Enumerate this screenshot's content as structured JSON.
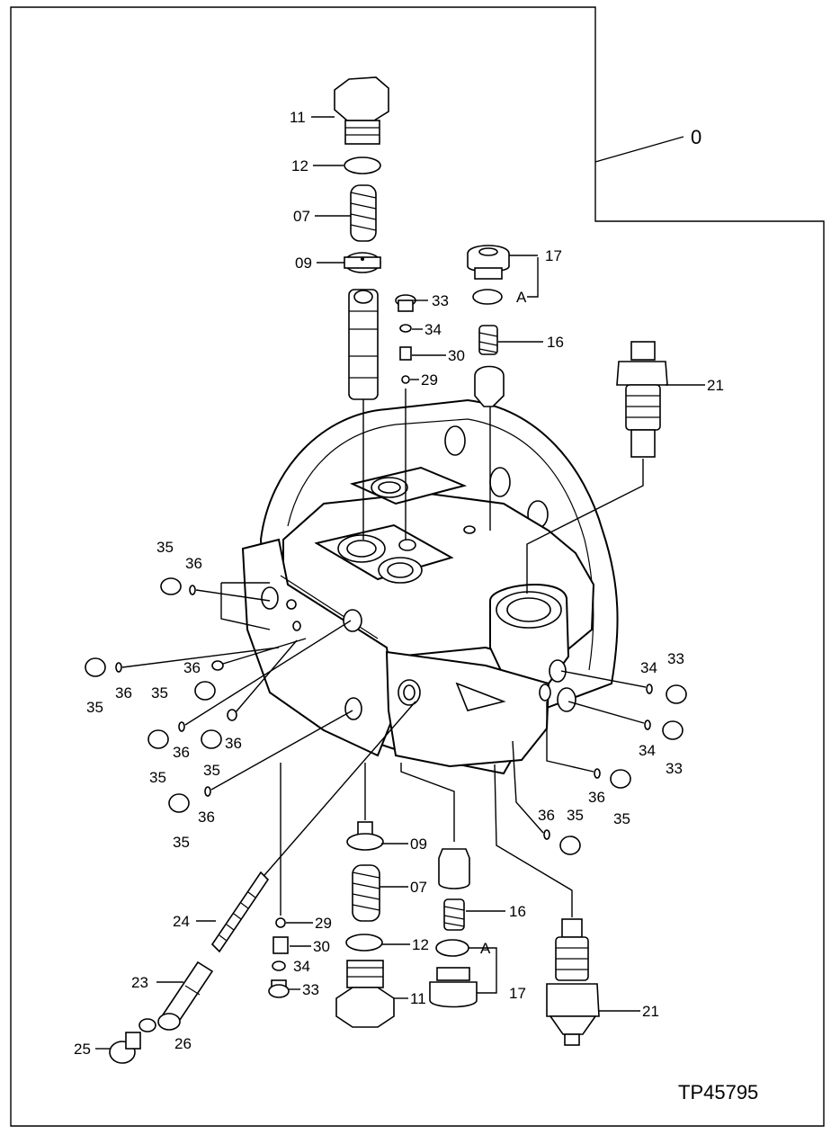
{
  "figure_id": "TP45795",
  "assembly_label": "0",
  "group_label": "A",
  "callouts": [
    {
      "id": "c11a",
      "text": "11"
    },
    {
      "id": "c12a",
      "text": "12"
    },
    {
      "id": "c07a",
      "text": "07"
    },
    {
      "id": "c09a",
      "text": "09"
    },
    {
      "id": "c17a",
      "text": "17"
    },
    {
      "id": "cAa",
      "text": "A"
    },
    {
      "id": "c33a",
      "text": "33"
    },
    {
      "id": "c34a",
      "text": "34"
    },
    {
      "id": "c16a",
      "text": "16"
    },
    {
      "id": "c30a",
      "text": "30"
    },
    {
      "id": "c29a",
      "text": "29"
    },
    {
      "id": "c21a",
      "text": "21"
    },
    {
      "id": "c35a",
      "text": "35"
    },
    {
      "id": "c36a",
      "text": "36"
    },
    {
      "id": "c36b",
      "text": "36"
    },
    {
      "id": "c35b",
      "text": "35"
    },
    {
      "id": "c36c",
      "text": "36"
    },
    {
      "id": "c35c",
      "text": "35"
    },
    {
      "id": "c35d",
      "text": "35"
    },
    {
      "id": "c36d",
      "text": "36"
    },
    {
      "id": "c36e",
      "text": "36"
    },
    {
      "id": "c35e",
      "text": "35"
    },
    {
      "id": "c35f",
      "text": "35"
    },
    {
      "id": "c36f",
      "text": "36"
    },
    {
      "id": "c34b",
      "text": "34"
    },
    {
      "id": "c33b",
      "text": "33"
    },
    {
      "id": "c34c",
      "text": "34"
    },
    {
      "id": "c33c",
      "text": "33"
    },
    {
      "id": "c36g",
      "text": "36"
    },
    {
      "id": "c35g",
      "text": "35"
    },
    {
      "id": "c36h",
      "text": "36"
    },
    {
      "id": "c35h",
      "text": "35"
    },
    {
      "id": "c09b",
      "text": "09"
    },
    {
      "id": "c07b",
      "text": "07"
    },
    {
      "id": "c16b",
      "text": "16"
    },
    {
      "id": "c24",
      "text": "24"
    },
    {
      "id": "c29b",
      "text": "29"
    },
    {
      "id": "c30b",
      "text": "30"
    },
    {
      "id": "c12b",
      "text": "12"
    },
    {
      "id": "cAb",
      "text": "A"
    },
    {
      "id": "c23",
      "text": "23"
    },
    {
      "id": "c34d",
      "text": "34"
    },
    {
      "id": "c33d",
      "text": "33"
    },
    {
      "id": "c11b",
      "text": "11"
    },
    {
      "id": "c17b",
      "text": "17"
    },
    {
      "id": "c21b",
      "text": "21"
    },
    {
      "id": "c25",
      "text": "25"
    },
    {
      "id": "c26",
      "text": "26"
    }
  ]
}
